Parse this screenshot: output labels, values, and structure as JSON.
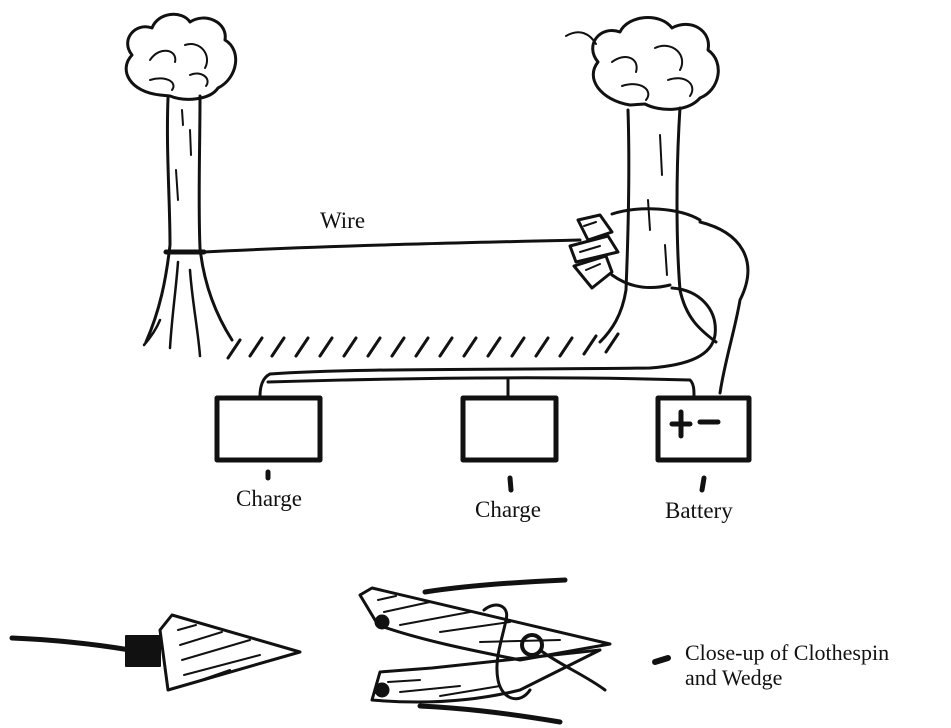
{
  "labels": {
    "wire": "Wire",
    "charge_left": "Charge",
    "charge_middle": "Charge",
    "battery": "Battery",
    "battery_terminals": "+ -",
    "closeup_line1": "Close-up of Clothespin",
    "closeup_line2": "and Wedge"
  },
  "colors": {
    "ink": "#111111",
    "background": "#ffffff"
  }
}
